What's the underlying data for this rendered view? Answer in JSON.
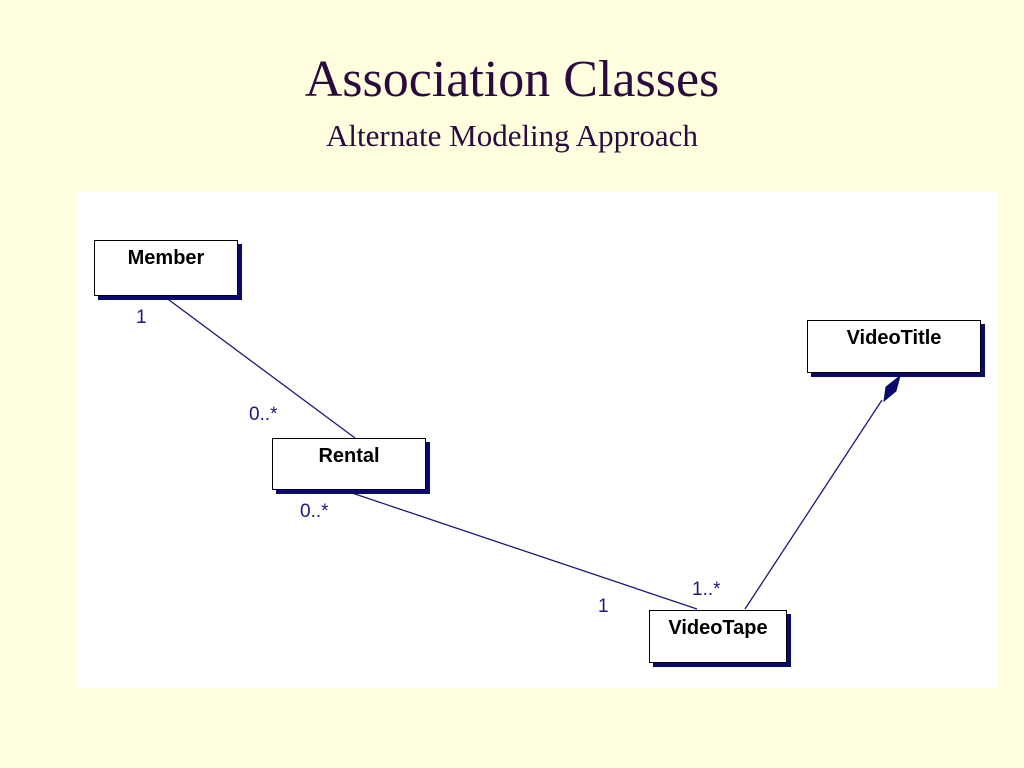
{
  "slide": {
    "title": "Association Classes",
    "subtitle": "Alternate Modeling Approach"
  },
  "diagram": {
    "classes": {
      "member": "Member",
      "rental": "Rental",
      "videotape": "VideoTape",
      "videotitle": "VideoTitle"
    },
    "multiplicities": {
      "member_rental_member_end": "1",
      "member_rental_rental_end": "0..*",
      "rental_videotape_rental_end": "0..*",
      "rental_videotape_videotape_end": "1",
      "videotape_videotitle_videotape_end": "1..*"
    },
    "colors": {
      "background": "#FFFFE0",
      "title_text": "#2B0A3D",
      "panel": "#FFFFFF",
      "line": "#1A1A78",
      "class_shadow": "#0A0A6E"
    }
  }
}
